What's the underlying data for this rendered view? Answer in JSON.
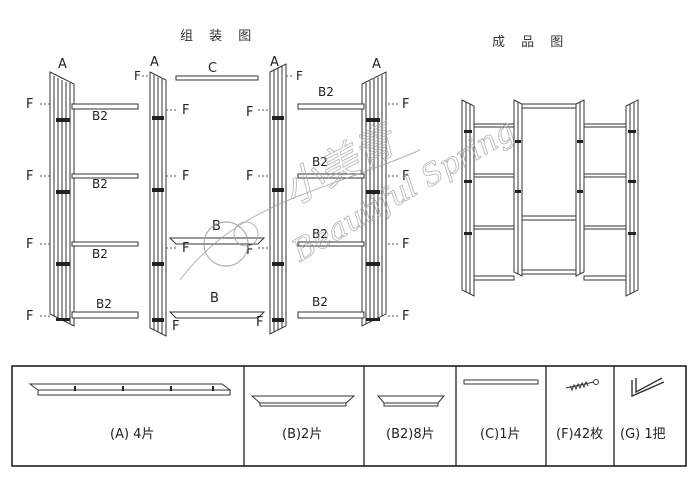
{
  "titles": {
    "assembly": "组 装 图",
    "finished": "成 品 图"
  },
  "labels": {
    "A": "A",
    "B": "B",
    "B2": "B2",
    "C": "C",
    "F": "F"
  },
  "parts": [
    {
      "key": "A",
      "text": "(A) 4片"
    },
    {
      "key": "B",
      "text": "(B)2片"
    },
    {
      "key": "B2",
      "text": "(B2)8片"
    },
    {
      "key": "C",
      "text": "(C)1片"
    },
    {
      "key": "F",
      "text": "(F)42枚"
    },
    {
      "key": "G",
      "text": "(G) 1把"
    }
  ],
  "watermark": {
    "cn": "小美青",
    "en": "Beautiful Spring"
  }
}
